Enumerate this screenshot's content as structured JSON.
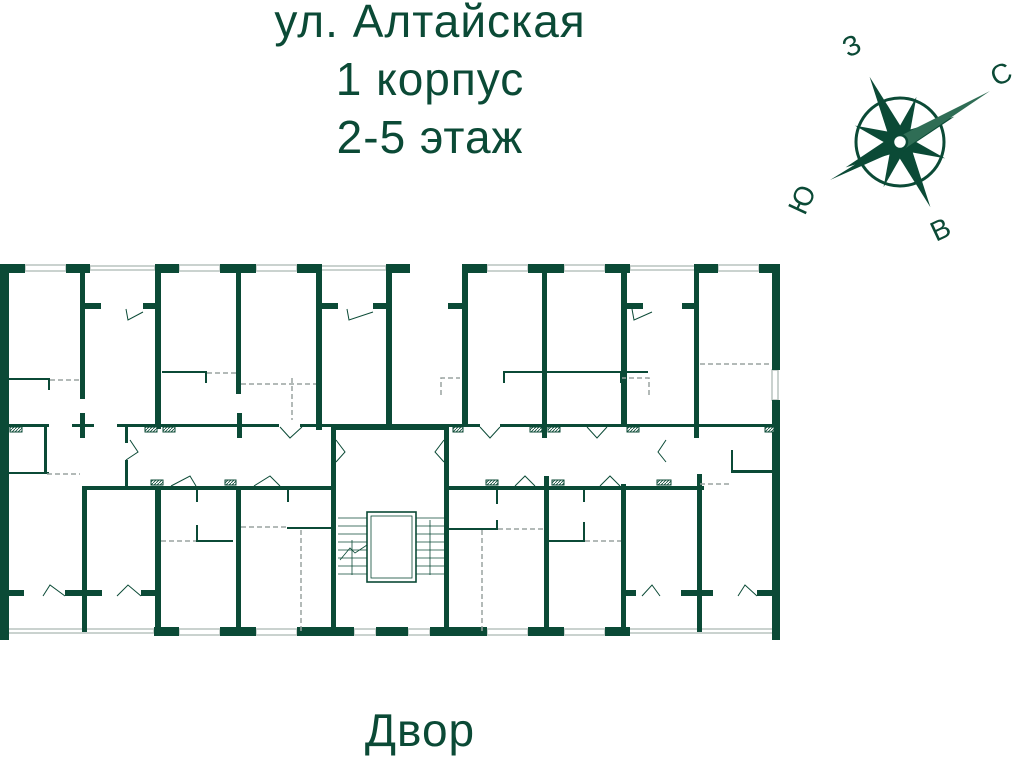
{
  "header": {
    "street": "ул. Алтайская",
    "building": "1 корпус",
    "floors": "2-5 этаж"
  },
  "compass": {
    "north": "С",
    "south": "Ю",
    "east": "В",
    "west": "З"
  },
  "plan": {
    "courtyard_label": "Двор",
    "sections": 2,
    "stairwell_count": 1,
    "elevator_count": 1
  },
  "colors": {
    "wall": "#0b4a36",
    "accent_needle": "#2f6d55",
    "window": "#b9c4bf",
    "dashed_partition": "#9aa3a0",
    "background": "#ffffff"
  }
}
